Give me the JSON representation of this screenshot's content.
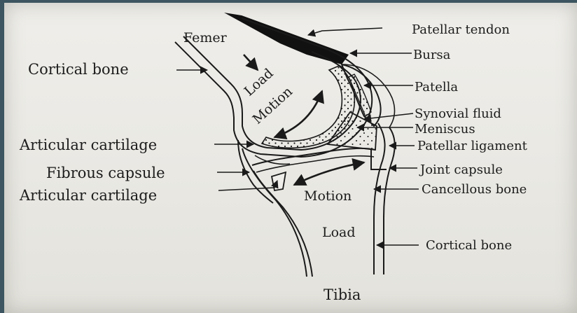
{
  "labels": {
    "femur": "Femer",
    "cortical_bone_left": "Cortical bone",
    "articular_cartilage_1": "Articular cartilage",
    "fibrous_capsule": "Fibrous capsule",
    "articular_cartilage_2": "Articular cartilage",
    "patellar_tendon": "Patellar tendon",
    "bursa": "Bursa",
    "patella": "Patella",
    "synovial_fluid": "Synovial fluid",
    "meniscus": "Meniscus",
    "patellar_ligament": "Patellar ligament",
    "joint_capsule": "Joint capsule",
    "cancellous_bone": "Cancellous bone",
    "cortical_bone_right": "Cortical bone",
    "tibia": "Tibia"
  },
  "inner_text": {
    "load_top": "Load",
    "motion_top": "Motion",
    "motion_bottom": "Motion",
    "load_bottom": "Load"
  },
  "colors": {
    "ink": "#1a1a1a",
    "paper": "#ecebe6",
    "backdrop": "#3c5560"
  }
}
